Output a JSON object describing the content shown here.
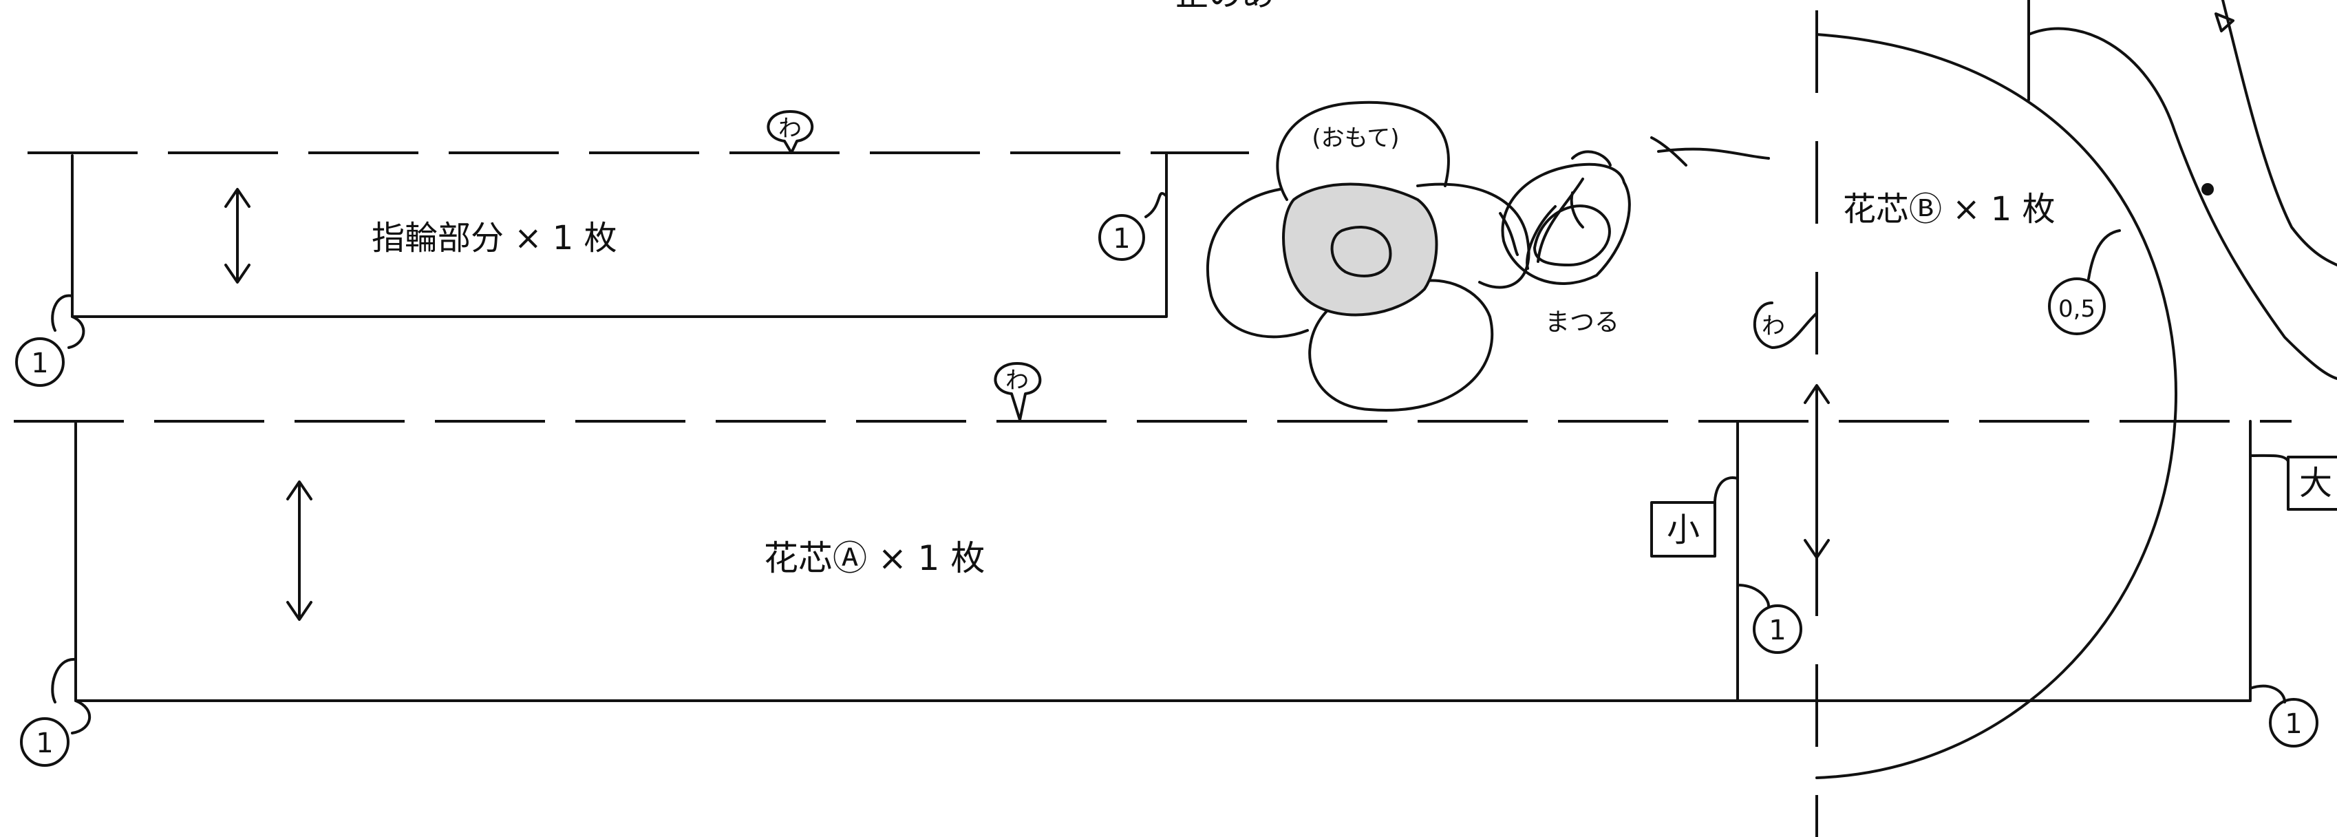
{
  "labels": {
    "ring_part": "指輪部分 × 1 枚",
    "core_a": "花芯Ⓐ × 1 枚",
    "core_b": "花芯Ⓑ × 1 枚",
    "front": "(おもて)",
    "wrap": "まつる",
    "top_cut": "正のあ"
  },
  "markers": {
    "wa": "わ",
    "one": "1",
    "half": "0,5",
    "small": "小",
    "large": "大"
  }
}
